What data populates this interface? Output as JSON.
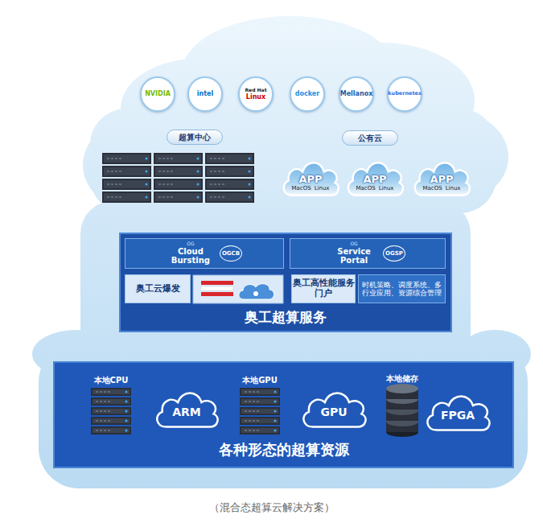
{
  "diagram": {
    "caption": "（混合态超算云解决方案）",
    "nodes": [
      {
        "text": [
          "NVIDIA"
        ]
      },
      {
        "text": [
          "intel"
        ]
      },
      {
        "text": [
          "Red Hat",
          "Linux"
        ]
      },
      {
        "text": [
          "docker"
        ]
      },
      {
        "text": [
          "Mellanox"
        ]
      },
      {
        "text": [
          "kubernetes"
        ]
      },
      {
        "text": [
          "超算中心"
        ]
      },
      {
        "text": [
          "公有云"
        ]
      },
      {
        "text": [
          "APP",
          "MacOS",
          "Linux"
        ]
      },
      {
        "text": [
          "APP",
          "MacOS",
          "Linux"
        ]
      },
      {
        "text": [
          "APP",
          "MacOS",
          "Linux"
        ]
      },
      {
        "text": [
          "奥工超算服务"
        ]
      },
      {
        "text": [
          "OG",
          "Cloud Bursting",
          "OGCB"
        ],
        "in": 11
      },
      {
        "text": [
          "OG",
          "Service Portal",
          "OGSP"
        ],
        "in": 11
      },
      {
        "text": [
          "奥工云爆发"
        ],
        "in": 11
      },
      {
        "text": [
          "奥工高性能服务门户"
        ],
        "in": 11
      },
      {
        "text": [
          "时机策略、调度系统、多行业应用、资源综合管理"
        ],
        "in": 11
      },
      {
        "text": [
          "各种形态的超算资源"
        ]
      },
      {
        "text": [
          "ARM"
        ],
        "in": 17
      },
      {
        "text": [
          "GPU"
        ],
        "in": 17
      },
      {
        "text": [
          "FPGA"
        ],
        "in": 17
      }
    ],
    "labels": [
      "本地CPU",
      "本地GPU",
      "本地储存"
    ]
  }
}
